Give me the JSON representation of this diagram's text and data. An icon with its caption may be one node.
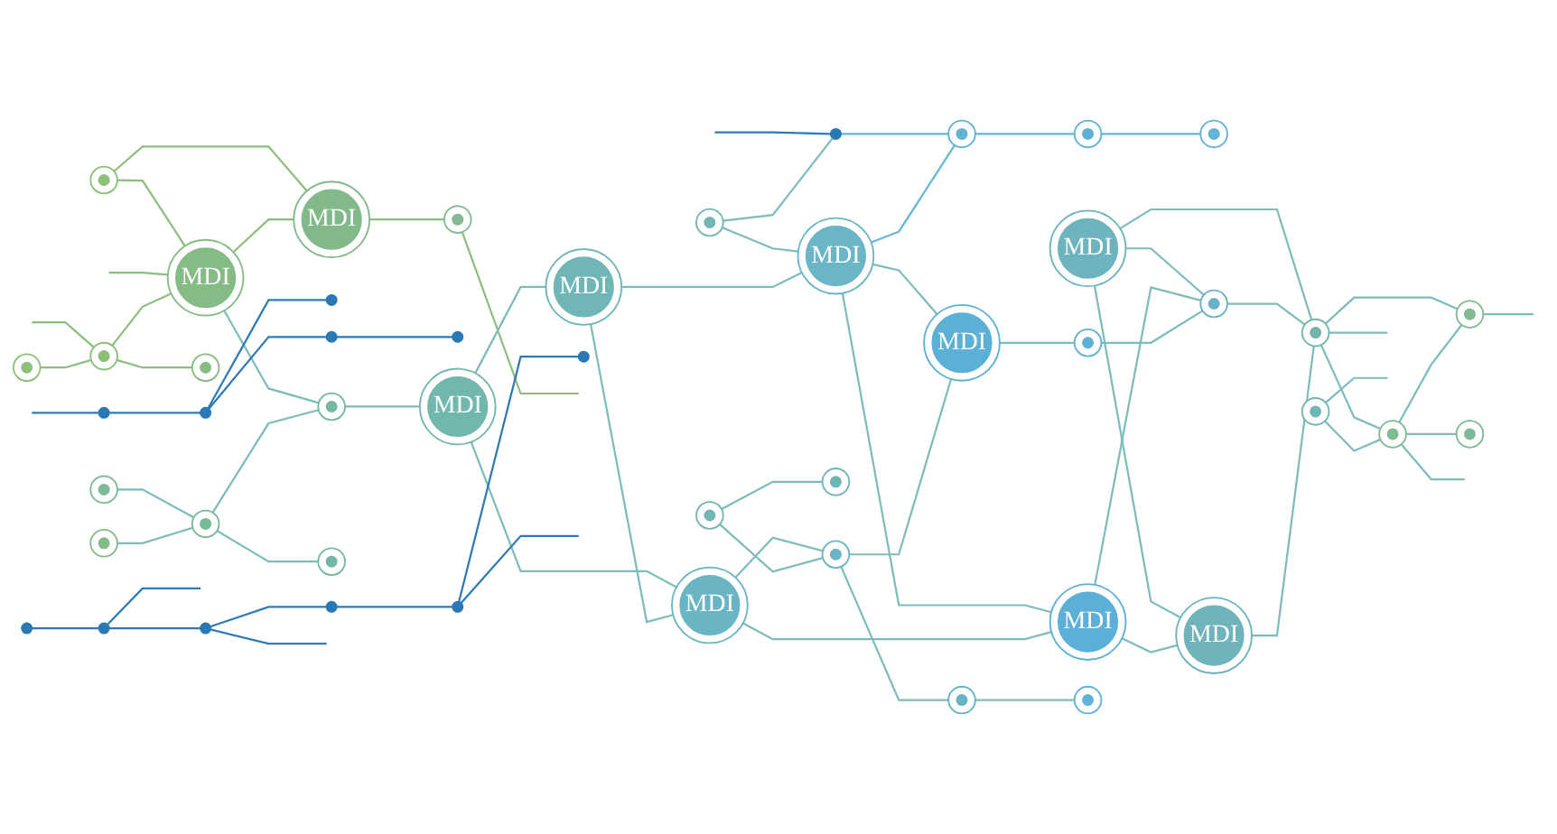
{
  "diagram": {
    "nodes": [
      {
        "text": [],
        "shape": "circle"
      },
      {
        "text": [],
        "shape": "circle"
      },
      {
        "text": [],
        "shape": "circle"
      },
      {
        "text": [
          "MDI"
        ]
      },
      {
        "text": [],
        "shape": "circle"
      },
      {
        "text": [],
        "shape": "circle"
      },
      {
        "text": [],
        "shape": "circle"
      },
      {
        "text": [
          "MDI"
        ]
      },
      {
        "text": [],
        "shape": "circle"
      },
      {
        "text": [],
        "shape": "circle"
      },
      {
        "text": [],
        "shape": "circle"
      },
      {
        "text": [],
        "shape": "circle"
      },
      {
        "text": [],
        "shape": "circle"
      },
      {
        "text": [],
        "shape": "circle"
      },
      {
        "text": [
          "MDI"
        ]
      },
      {
        "text": [],
        "shape": "circle"
      },
      {
        "text": [],
        "shape": "circle"
      },
      {
        "text": [],
        "shape": "circle"
      },
      {
        "text": [],
        "shape": "circle"
      },
      {
        "text": [
          "MDI"
        ]
      },
      {
        "text": [
          "MDI"
        ]
      },
      {
        "text": [],
        "shape": "circle"
      },
      {
        "text": [],
        "shape": "circle"
      },
      {
        "text": [],
        "shape": "circle"
      },
      {
        "text": [
          "MDI"
        ]
      },
      {
        "text": [
          "MDI"
        ]
      },
      {
        "text": [
          "MDI"
        ]
      },
      {
        "text": [],
        "shape": "circle"
      },
      {
        "text": [],
        "shape": "circle"
      },
      {
        "text": [],
        "shape": "circle"
      },
      {
        "text": [],
        "shape": "circle"
      },
      {
        "text": [],
        "shape": "circle"
      },
      {
        "text": [
          "MDI"
        ]
      },
      {
        "text": [],
        "shape": "circle"
      },
      {
        "text": [],
        "shape": "circle"
      },
      {
        "text": [
          "MDI"
        ]
      },
      {
        "text": [],
        "shape": "circle"
      },
      {
        "text": [],
        "shape": "circle"
      },
      {
        "text": [],
        "shape": "circle"
      },
      {
        "text": [],
        "shape": "circle"
      },
      {
        "text": [],
        "shape": "circle"
      },
      {
        "text": [],
        "shape": "circle"
      },
      {
        "text": [],
        "shape": "circle"
      },
      {
        "text": [],
        "shape": "circle"
      },
      {
        "text": [],
        "shape": "circle"
      },
      {
        "text": [],
        "shape": "circle"
      },
      {
        "text": [],
        "shape": "circle"
      },
      {
        "text": [],
        "shape": "circle"
      }
    ],
    "edges": [
      {
        "from": 0,
        "to": 3,
        "arrow": "none",
        "color": "#8cbf7c"
      },
      {
        "from": 0,
        "to": 7,
        "arrow": "none",
        "color": "#8cbf7c"
      },
      {
        "from": null,
        "to": 9,
        "arrow": "none",
        "color": "#8cbf7c"
      },
      {
        "from": null,
        "to": 7,
        "arrow": "none",
        "color": "#8cbf7c"
      },
      {
        "from": 7,
        "to": 3,
        "arrow": "none",
        "color": "#8cbf7c"
      },
      {
        "from": 3,
        "to": 4,
        "arrow": "none",
        "color": "#8cbf7c"
      },
      {
        "from": 4,
        "to": null,
        "arrow": "none",
        "color": "#8cbf7c"
      },
      {
        "from": 12,
        "to": 9,
        "arrow": "none",
        "color": "#8cbf7c"
      },
      {
        "from": 9,
        "to": 7,
        "arrow": "none",
        "color": "#8cbf7c"
      },
      {
        "from": 9,
        "to": 18,
        "arrow": "none",
        "color": "#8cbf7c"
      },
      {
        "from": 7,
        "to": 22,
        "arrow": "none"
      },
      {
        "from": 13,
        "to": 21,
        "arrow": "none"
      },
      {
        "from": 23,
        "to": 21,
        "arrow": "none"
      },
      {
        "from": 21,
        "to": 22,
        "arrow": "none"
      },
      {
        "from": 21,
        "to": 27,
        "arrow": "none"
      },
      {
        "from": 22,
        "to": 20,
        "arrow": "none"
      },
      {
        "from": null,
        "to": 2,
        "arrow": "none",
        "color": "#2f7ab6"
      },
      {
        "from": 2,
        "to": 8,
        "arrow": "none",
        "color": "#2f7ab6"
      },
      {
        "from": 8,
        "to": 11,
        "arrow": "none",
        "color": "#2f7ab6"
      },
      {
        "from": 8,
        "to": 15,
        "arrow": "none",
        "color": "#2f7ab6"
      },
      {
        "from": 15,
        "to": 17,
        "arrow": "none",
        "color": "#2f7ab6"
      },
      {
        "from": null,
        "to": 5,
        "arrow": "none",
        "color": "#2f7ab6"
      },
      {
        "from": 1,
        "to": 5,
        "arrow": "none"
      },
      {
        "from": 5,
        "to": 6,
        "arrow": "none",
        "color": "#64b5d8"
      },
      {
        "from": 1,
        "to": 14,
        "arrow": "none"
      },
      {
        "from": 14,
        "to": 6,
        "arrow": "none",
        "color": "#64b5d8"
      },
      {
        "from": 6,
        "to": 16,
        "arrow": "none",
        "color": "#64b5d8"
      },
      {
        "from": 16,
        "to": 10,
        "arrow": "none",
        "color": "#64b5d8"
      },
      {
        "from": 20,
        "to": 19,
        "arrow": "none"
      },
      {
        "from": 19,
        "to": 14,
        "arrow": "none"
      },
      {
        "from": 20,
        "to": 26,
        "arrow": "none"
      },
      {
        "from": 19,
        "to": 26,
        "arrow": "none"
      },
      {
        "from": 14,
        "to": 32,
        "arrow": "none"
      },
      {
        "from": 14,
        "to": 25,
        "arrow": "none"
      },
      {
        "from": 24,
        "to": 28,
        "arrow": "none"
      },
      {
        "from": 24,
        "to": 35,
        "arrow": "none"
      },
      {
        "from": 24,
        "to": 33,
        "arrow": "none"
      },
      {
        "from": 26,
        "to": 25,
        "arrow": "none"
      },
      {
        "from": 25,
        "to": 28,
        "arrow": "none"
      },
      {
        "from": 31,
        "to": 28,
        "arrow": "none"
      },
      {
        "from": 28,
        "to": 33,
        "arrow": "none"
      },
      {
        "from": 25,
        "to": 35,
        "arrow": "none"
      },
      {
        "from": 35,
        "to": 33,
        "arrow": "none"
      },
      {
        "from": 33,
        "to": 34,
        "arrow": "none"
      },
      {
        "from": 44,
        "to": 34,
        "arrow": "none"
      },
      {
        "from": 33,
        "to": 45,
        "arrow": "none"
      },
      {
        "from": 34,
        "to": 45,
        "arrow": "none"
      },
      {
        "from": 34,
        "to": null,
        "arrow": "none"
      },
      {
        "from": 34,
        "to": 47,
        "arrow": "none"
      },
      {
        "from": 33,
        "to": null,
        "arrow": "none"
      },
      {
        "from": 44,
        "to": null,
        "arrow": "none"
      },
      {
        "from": 45,
        "to": null,
        "arrow": "none"
      },
      {
        "from": 29,
        "to": 30,
        "arrow": "none"
      },
      {
        "from": 26,
        "to": 36,
        "arrow": "none"
      },
      {
        "from": 29,
        "to": 36,
        "arrow": "none"
      },
      {
        "from": 36,
        "to": 32,
        "arrow": "none"
      },
      {
        "from": 32,
        "to": 31,
        "arrow": "none"
      },
      {
        "from": 36,
        "to": 39,
        "arrow": "none"
      },
      {
        "from": 39,
        "to": 43,
        "arrow": "none"
      },
      {
        "from": 40,
        "to": 46,
        "arrow": "none",
        "color": "#2f7ab6"
      },
      {
        "from": 46,
        "to": 42,
        "arrow": "none",
        "color": "#2f7ab6"
      },
      {
        "from": 42,
        "to": 37,
        "arrow": "none",
        "color": "#2f7ab6"
      },
      {
        "from": 37,
        "to": 41,
        "arrow": "none",
        "color": "#2f7ab6"
      },
      {
        "from": 41,
        "to": 38,
        "arrow": "none",
        "color": "#2f7ab6"
      },
      {
        "from": 41,
        "to": null,
        "arrow": "none",
        "color": "#2f7ab6"
      },
      {
        "from": 42,
        "to": null,
        "arrow": "none",
        "color": "#2f7ab6"
      },
      {
        "from": 46,
        "to": null,
        "arrow": "none",
        "color": "#2f7ab6"
      }
    ]
  }
}
